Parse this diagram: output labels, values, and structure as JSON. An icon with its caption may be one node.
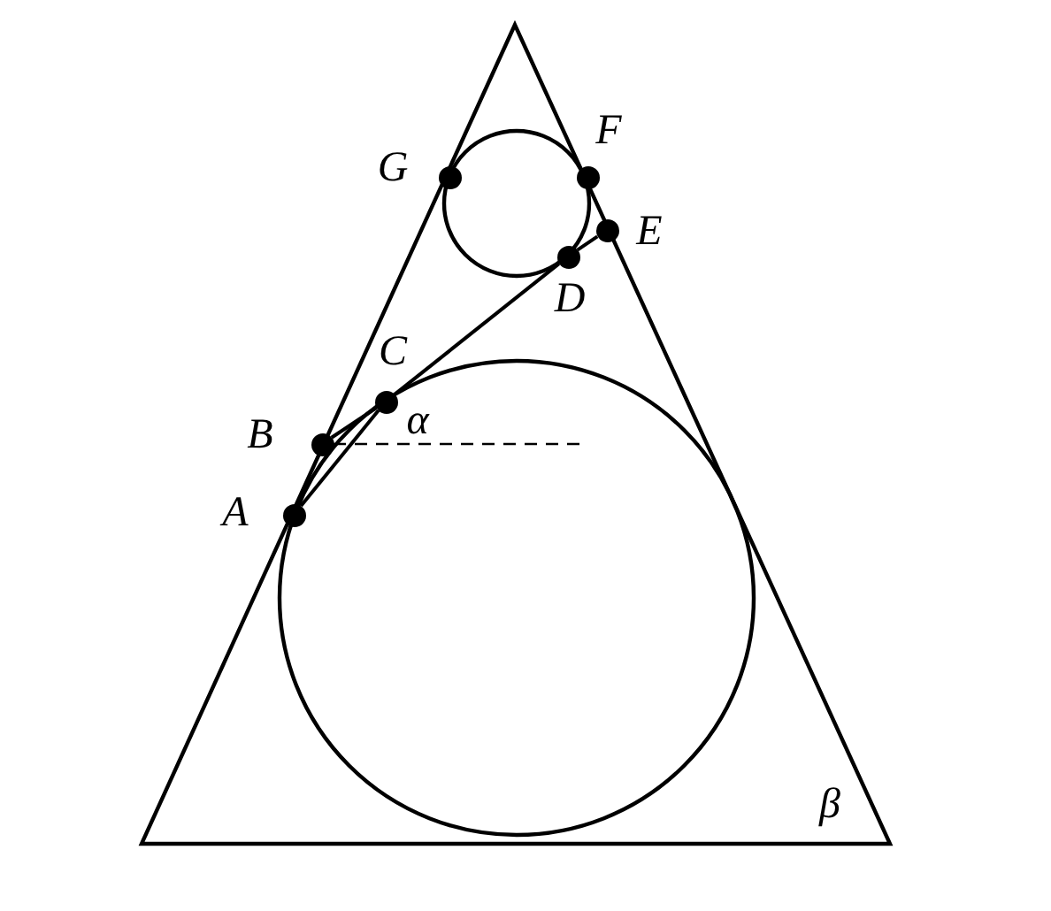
{
  "diagram": {
    "nodes": [
      {
        "text": [],
        "shape": "circle",
        "beside": [
          "A"
        ]
      },
      {
        "text": [],
        "shape": "circle",
        "beside": [
          "B"
        ]
      },
      {
        "text": [],
        "shape": "circle",
        "beside": [
          "C"
        ]
      },
      {
        "text": [],
        "shape": "circle",
        "beside": [
          "D"
        ]
      },
      {
        "text": [],
        "shape": "circle",
        "beside": [
          "E"
        ]
      },
      {
        "text": [],
        "shape": "circle",
        "beside": [
          "F"
        ]
      },
      {
        "text": [],
        "shape": "circle",
        "beside": [
          "G"
        ]
      }
    ],
    "edges": [
      {
        "from": 2,
        "to": 3,
        "arrow": "none"
      },
      {
        "from": 3,
        "to": 4,
        "arrow": "none"
      },
      {
        "from": 1,
        "to": 2,
        "arrow": "none"
      },
      {
        "from": 0,
        "to": 2,
        "arrow": "none"
      },
      {
        "from": 1,
        "to": null,
        "arrow": "none",
        "style": "dashed"
      }
    ],
    "labels": [
      "α",
      "β"
    ]
  }
}
